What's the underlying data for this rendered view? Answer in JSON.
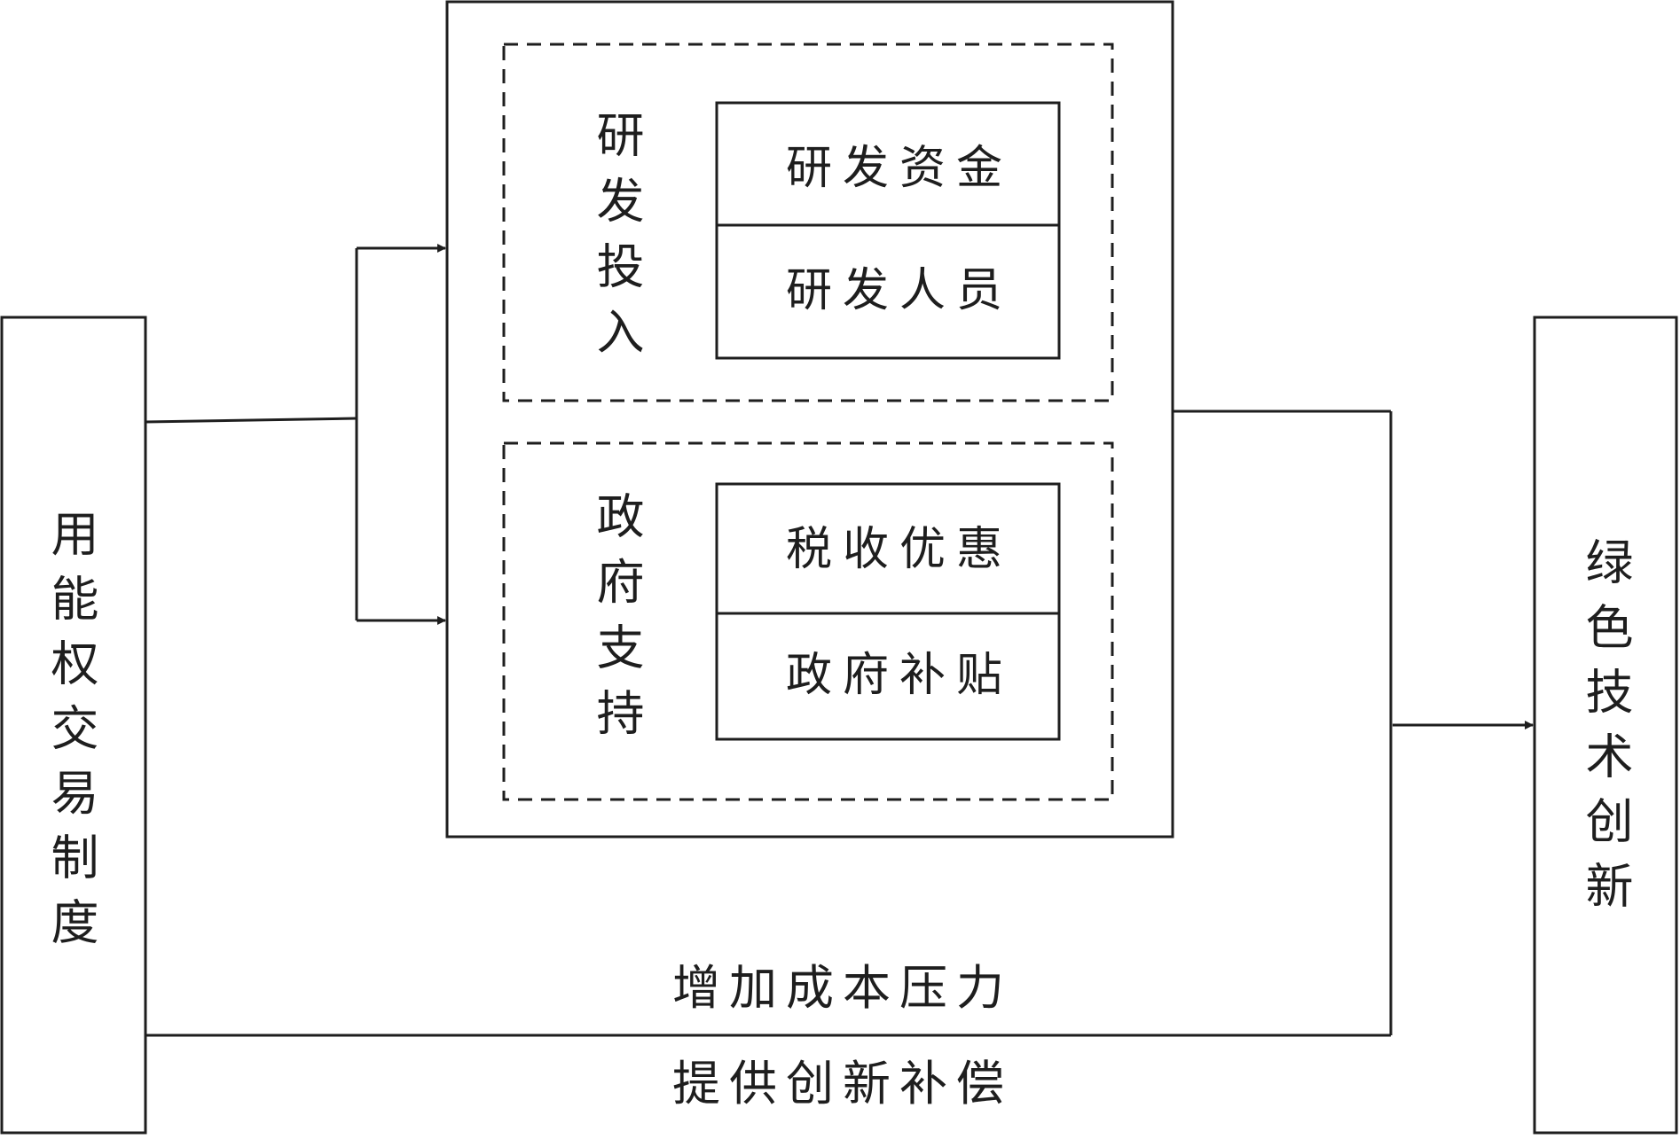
{
  "left_box": {
    "label": "用能权交易制度"
  },
  "right_box": {
    "label": "绿色技术创新"
  },
  "group_rd": {
    "label": "研发投入",
    "items": [
      "研发资金",
      "研发人员"
    ]
  },
  "group_gov": {
    "label": "政府支持",
    "items": [
      "税收优惠",
      "政府补贴"
    ]
  },
  "bottom_path": {
    "label_above": "增加成本压力",
    "label_below": "提供创新补偿"
  },
  "colors": {
    "stroke": "#1e1e1e",
    "background": "#ffffff"
  }
}
